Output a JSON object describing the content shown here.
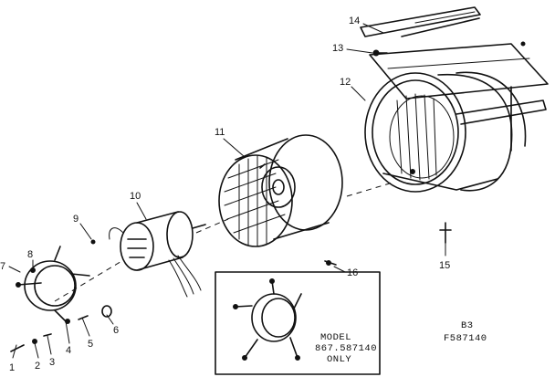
{
  "diagram": {
    "part_numbers": [
      "1",
      "2",
      "3",
      "4",
      "5",
      "6",
      "7",
      "8",
      "9",
      "10",
      "11",
      "12",
      "13",
      "14",
      "15",
      "16"
    ],
    "inset": {
      "line1": "MODEL",
      "line2": "867.587140",
      "line3": "ONLY"
    },
    "figure_code": {
      "line1": "B3",
      "line2": "F587140"
    }
  }
}
